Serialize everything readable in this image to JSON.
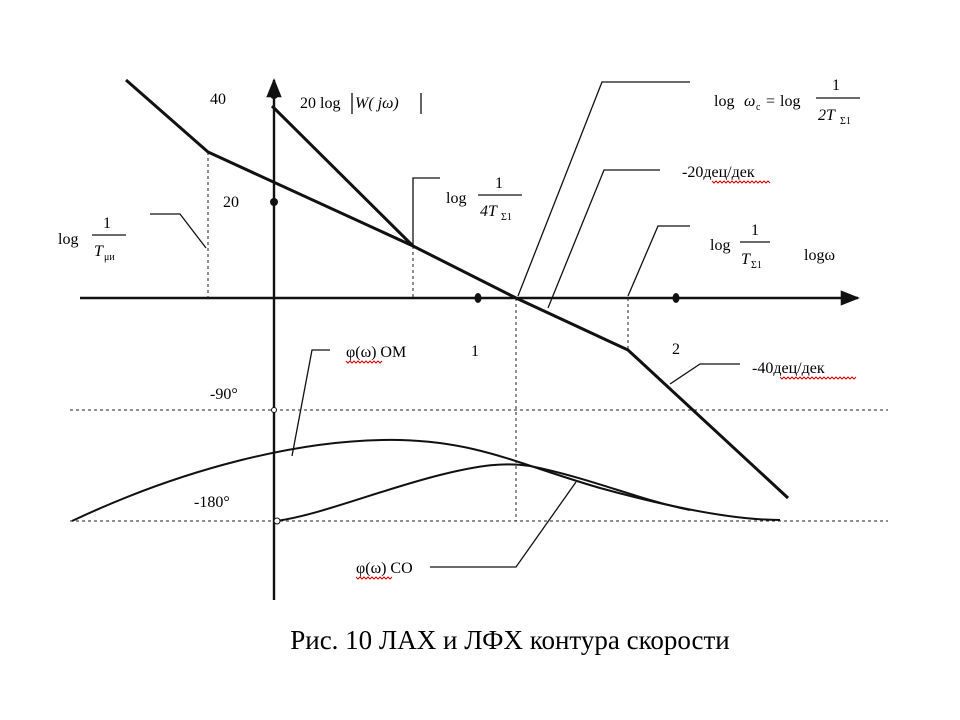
{
  "axes": {
    "y_tick_40": "40",
    "y_tick_20": "20",
    "x_tick_1": "1",
    "x_tick_2": "2",
    "x_axis_label": "logω",
    "phase_minus_90": "-90°",
    "phase_minus_180": "-180°"
  },
  "labels": {
    "magnitude_coef": "20 log",
    "magnitude_fn": "W( jω)",
    "log_word": "log",
    "one": "1",
    "tmu_T": "T",
    "tmu_sub": "μи",
    "quarter_den": "4T",
    "sigma_sub": "Σ1",
    "wc_lhs": "ω",
    "wc_lhs_sub": "c",
    "equals": "=",
    "half_den": "2T",
    "t_sigma": "T",
    "slope_minus20": "-20дец/дек",
    "slope_minus40": "-40дец/дек",
    "phase_om": "φ(ω) ОМ",
    "phase_co": "φ(ω) СО"
  },
  "caption": "Рис. 10 ЛАХ и ЛФХ контура скорости"
}
